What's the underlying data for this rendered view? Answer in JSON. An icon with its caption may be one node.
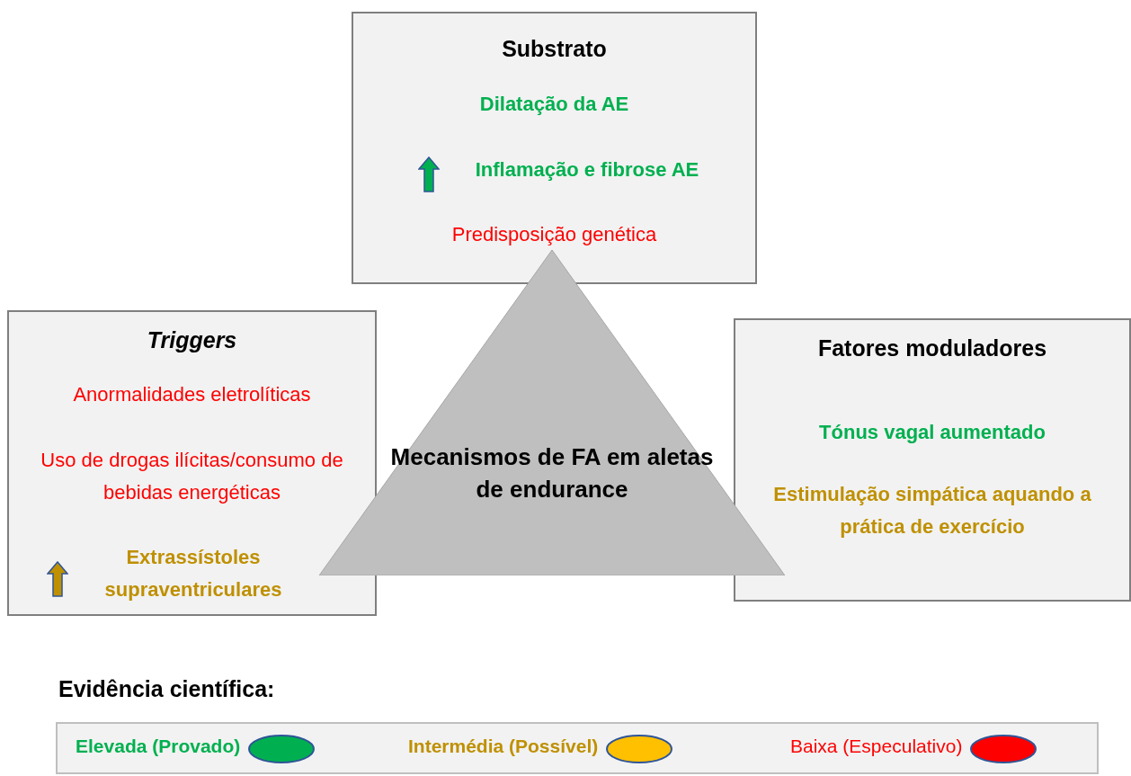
{
  "diagram": {
    "nodes": [
      {
        "text": [
          "Substrato",
          "Dilatação da AE",
          "Inflamação e fibrose AE",
          "Predisposição genética"
        ]
      },
      {
        "text": [
          "Triggers",
          "Anormalidades eletrolíticas",
          "Uso de drogas ilícitas/consumo de bebidas energéticas",
          "Extrassístoles supraventriculares"
        ]
      },
      {
        "text": [
          "Mecanismos de FA em aletas de endurance"
        ]
      },
      {
        "text": [
          "Fatores moduladores",
          "Tónus vagal aumentado",
          "Estimulação simpática aquando a prática de exercício"
        ]
      }
    ],
    "edges": [],
    "labels": [
      "Evidência científica:"
    ],
    "legend": [
      {
        "text": "Elevada (Provado)",
        "color": "#00b050"
      },
      {
        "text": "Intermédia (Possível)",
        "color": "#ffc000"
      },
      {
        "text": "Baixa (Especulativo)",
        "color": "#ff0000"
      }
    ]
  }
}
